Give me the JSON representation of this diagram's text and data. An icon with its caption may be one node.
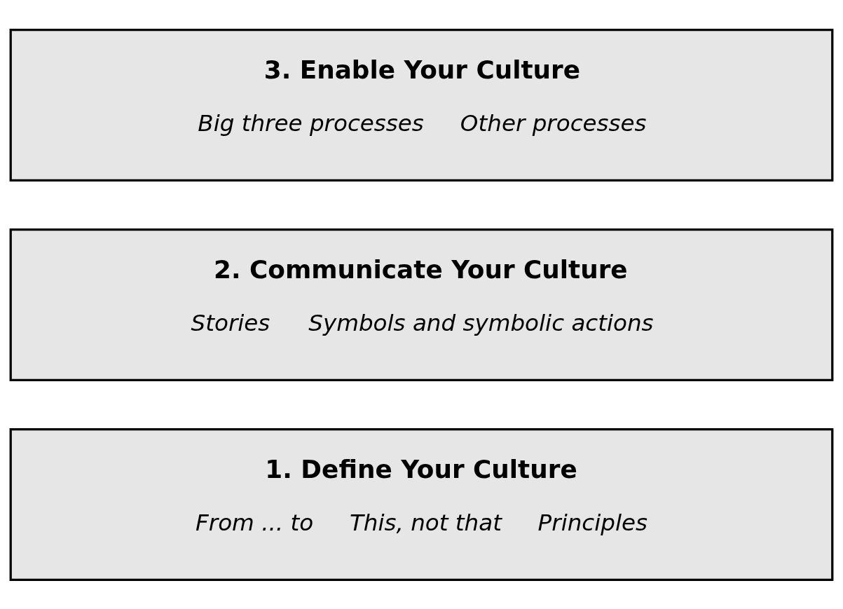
{
  "diagram": {
    "nodes": [
      {
        "text": [
          "1. Define Your Culture",
          "From ... to",
          "This, not that",
          "Principles"
        ]
      },
      {
        "text": [
          "2. Communicate Your Culture",
          "Stories",
          "Symbols and symbolic actions"
        ]
      },
      {
        "text": [
          "3. Enable Your Culture",
          "Big three processes",
          "Other processes"
        ]
      }
    ],
    "edges": []
  }
}
